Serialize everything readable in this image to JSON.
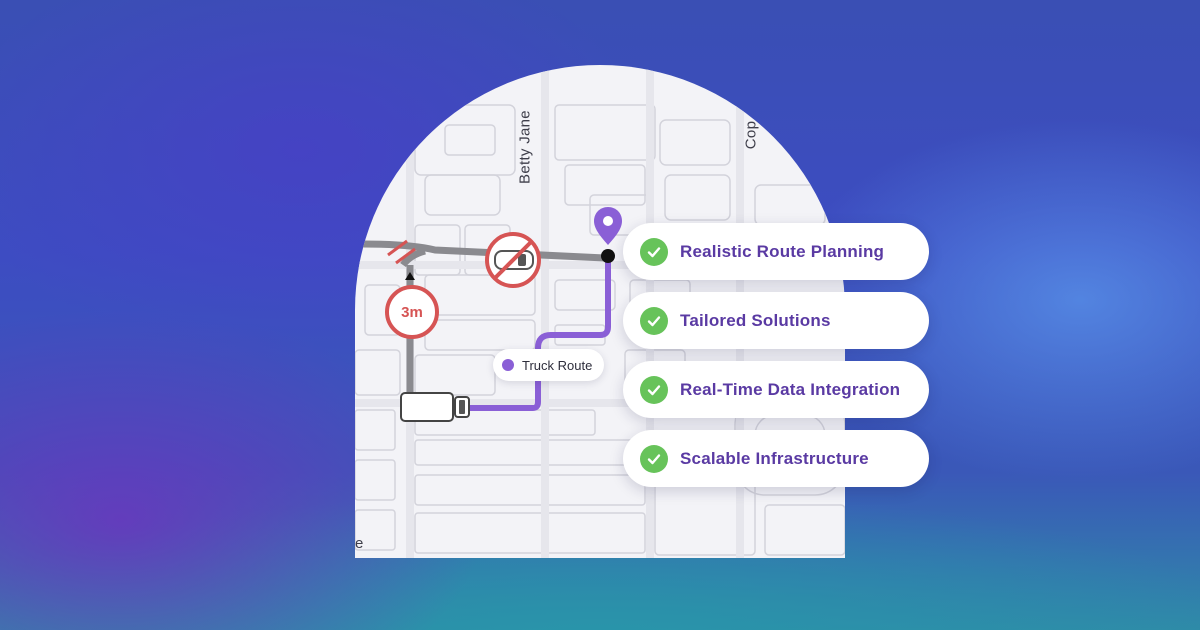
{
  "map": {
    "street_labels": [
      "Betty Jane",
      "Cop",
      "e"
    ],
    "height_restriction": "3m",
    "route_chip_label": "Truck Route",
    "colors": {
      "route": "#8a5fd6",
      "blocked_route": "#8a8a8f",
      "restriction": "#d65454",
      "pin": "#8a5fd6"
    },
    "icons": [
      "location-pin-icon",
      "no-entry-icon",
      "truck-icon",
      "height-limit-icon"
    ]
  },
  "features": [
    {
      "label": "Realistic Route Planning"
    },
    {
      "label": "Tailored Solutions"
    },
    {
      "label": "Real-Time Data Integration"
    },
    {
      "label": "Scalable Infrastructure"
    }
  ],
  "colors": {
    "check": "#67c35a",
    "feature_text": "#5a3aa3"
  }
}
